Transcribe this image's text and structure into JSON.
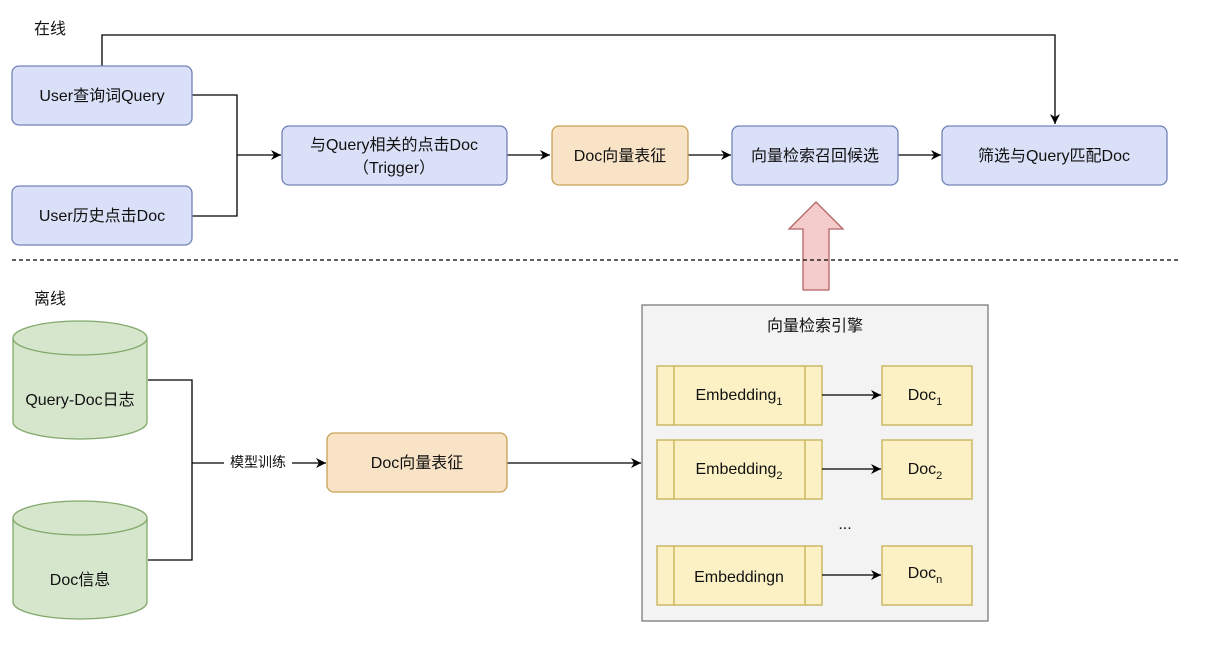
{
  "colors": {
    "blue_fill": "#dae0f7",
    "blue_stroke": "#7383b9",
    "orange_fill": "#f8e3c6",
    "orange_stroke": "#c8a257",
    "green_fill": "#d6e6cc",
    "green_stroke": "#82a86a",
    "yellow_fill": "#fbf1c4",
    "yellow_stroke": "#c6b052",
    "panel_fill": "#f3f3f3",
    "panel_stroke": "#7b7b7b",
    "arrow_fill": "#f5cccc",
    "arrow_stroke": "#b46363"
  },
  "online": {
    "section_label": "在线",
    "user_query": "User查询词Query",
    "user_history": "User历史点击Doc",
    "trigger_line1": "与Query相关的点击Doc",
    "trigger_line2": "（Trigger）",
    "doc_vector": "Doc向量表征",
    "vector_retrieval": "向量检索召回候选",
    "filter_match": "筛选与Query匹配Doc"
  },
  "offline": {
    "section_label": "离线",
    "query_doc_log": "Query-Doc日志",
    "doc_info": "Doc信息",
    "train_label": "模型训练",
    "doc_vector": "Doc向量表征"
  },
  "engine": {
    "title": "向量检索引擎",
    "rows": [
      {
        "emb": "Embedding",
        "emb_sub": "1",
        "doc": "Doc",
        "doc_sub": "1"
      },
      {
        "emb": "Embedding",
        "emb_sub": "2",
        "doc": "Doc",
        "doc_sub": "2"
      },
      {
        "emb": "Embeddingn",
        "emb_sub": "",
        "doc": "Doc",
        "doc_sub": "n"
      }
    ],
    "ellipsis": "..."
  }
}
